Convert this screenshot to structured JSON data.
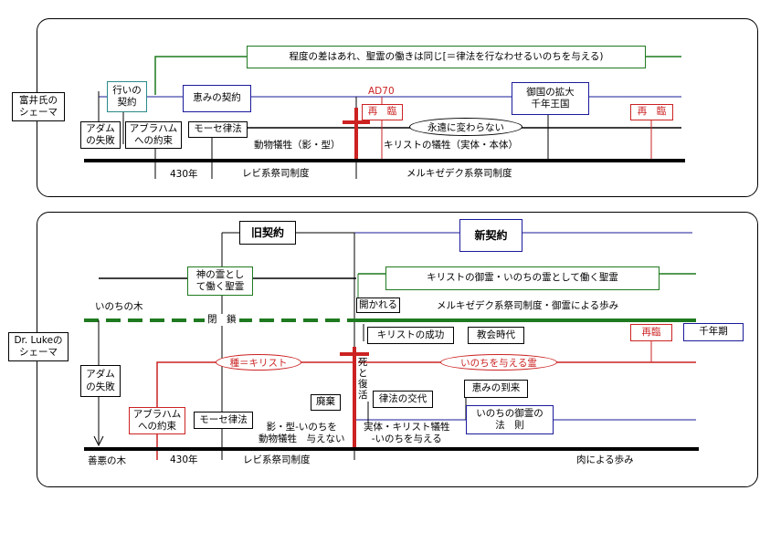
{
  "top": {
    "schema_label": "富井氏の\nシェーマ",
    "banner": "程度の差はあれ、聖霊の働きは同じ[＝律法を行なわせるいのちを与える)",
    "covenant_works": "行いの\n契約",
    "covenant_grace": "恵みの契約",
    "ad70": "AD70",
    "kingdom": "御国の拡大\n千年王国",
    "second_coming_1": "再　臨",
    "second_coming_2": "再　臨",
    "eternal": "永遠に変わらない",
    "adam_fall": "アダム\nの失敗",
    "abraham": "アブラハム\nへの約束",
    "moses_law": "モーセ律法",
    "animal_sacrifice": "動物犠牲（影・型）",
    "christ_sacrifice": "キリストの犠牲（実体・本体）",
    "years_430": "430年",
    "levitical": "レビ系祭司制度",
    "melchizedek": "メルキゼデク系祭司制度"
  },
  "bottom": {
    "schema_label": "Dr. Lukeの\nシェーマ",
    "old_covenant": "旧契約",
    "new_covenant": "新契約",
    "spirit_god": "神の霊とし\nて働く聖霊",
    "spirit_christ": "キリストの御霊・いのちの霊として働く聖霊",
    "tree_of_life": "いのちの木",
    "closed": "閉　鎖",
    "opened": "開かれる",
    "melchizedek_spirit": "メルキゼデク系祭司制度・御霊による歩み",
    "christ_success": "キリストの成功",
    "church_age": "教会時代",
    "second_coming": "再臨",
    "millennium": "千年期",
    "seed_christ": "種＝キリスト",
    "life_giving_spirit": "いのちを与える霊",
    "death_resurrection": "死と復活",
    "adam_fall": "アダム\nの失敗",
    "abraham": "アブラハム\nへの約束",
    "moses_law": "モーセ律法",
    "abolished": "廃棄",
    "law_exchange": "律法の交代",
    "grace_arrival": "恵みの到来",
    "spirit_law": "いのちの御霊の\n法　則",
    "shadow_type": "影・型-いのちを\n動物犠牲　与えない",
    "substance": "実体・キリスト犠牲\n-いのちを与える",
    "tree_good_evil": "善悪の木",
    "years_430": "430年",
    "levitical": "レビ系祭司制度",
    "flesh_walk": "肉による歩み"
  }
}
